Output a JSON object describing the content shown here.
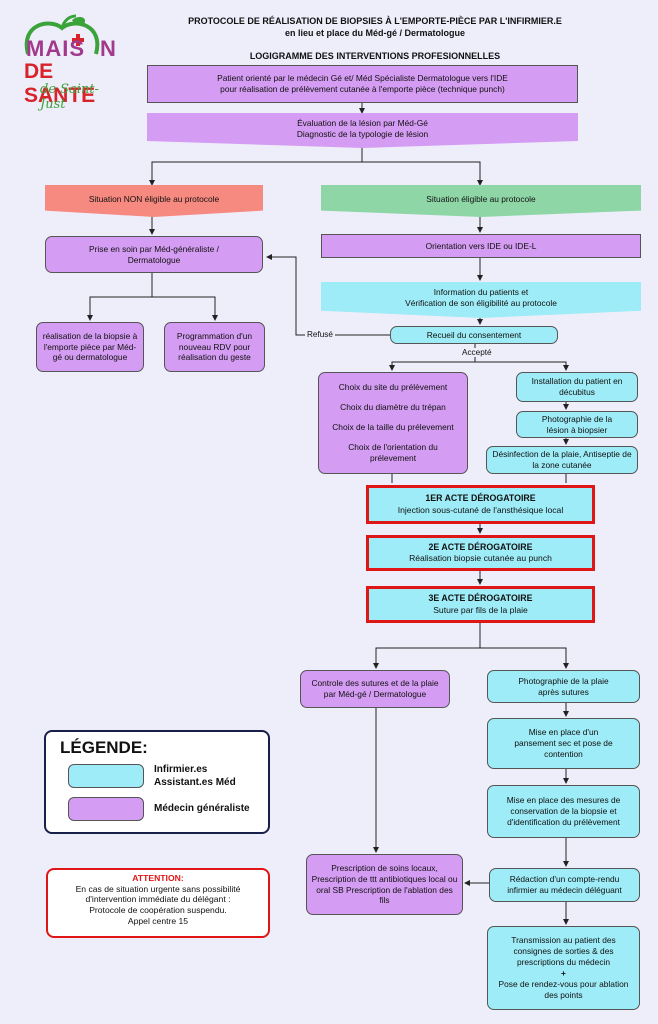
{
  "logo": {
    "line1": "MAIS",
    "line1b": "N",
    "line2": "DE SANTE",
    "line3": "de Saint-Just"
  },
  "title": {
    "main": "PROTOCOLE DE RÉALISATION DE BIOPSIES À L'EMPORTE-PIÈCE PAR L'INFIRMIER.E",
    "sub": "en lieu et place du Méd-gé / Dermatologue",
    "section": "LOGIGRAMME DES INTERVENTIONS PROFESIONNELLES"
  },
  "nodes": {
    "patient": "Patient orienté par le médecin Gé et/ Méd Spécialiste Dermatologue vers l'IDE pour réalisation de prélèvement cutanée à l'emporte pièce (technique punch)",
    "evaluation_1": "Évaluation de la lésion par Méd-Gé",
    "evaluation_2": "Diagnostic de la typologie de lésion",
    "non_eligible": "Situation NON éligible au protocole",
    "eligible": "Situation éligible au protocole",
    "prise_en_soin": "Prise en soin par Méd-généraliste / Dermatologue",
    "realisation_biopsie": "réalisation de la biopsie à l'emporte pièce par Méd-gé ou dermatologue",
    "programmation": "Programmation d'un nouveau RDV pour réalisation du geste",
    "orientation_ide": "Orientation vers IDE ou IDE-L",
    "information_1": "Information du patients et",
    "information_2": "Vérification de son éligibilité au protocole",
    "recueil": "Recueil du consentement",
    "refuse": "Refusé",
    "accepte": "Accepté",
    "choix_site": "Choix du site du prélèvement",
    "choix_diametre": "Choix du diamètre du trépan",
    "choix_taille": "Choix de la taille du prélevement",
    "choix_orientation": "Choix de l'orientation du prélevement",
    "installation": "Installation du patient en décubitus",
    "photo_lesion": "Photographie de la lésion à biopsier",
    "desinfection": "Désinfection de la plaie, Antiseptie de la zone cutanée",
    "acte1_title": "1ER ACTE DÉROGATOIRE",
    "acte1_text": "Injection sous-cutané de l'ansthésique local",
    "acte2_title": "2E ACTE DÉROGATOIRE",
    "acte2_text": "Réalisation biopsie cutanée au punch",
    "acte3_title": "3E ACTE DÉROGATOIRE",
    "acte3_text": "Suture par fils de la plaie",
    "controle": "Controle des sutures et de la plaie par Méd-gé / Dermatologue",
    "photo_plaie": "Photographie de la plaie après sutures",
    "pansement": "Mise en place d'un pansement sec et pose de contention",
    "conservation": "Mise en place des mesures de conservation de la biopsie et d'identification du prélèvement",
    "prescription": "Prescription de soins locaux, Prescription de ttt antibiotiques local ou oral SB Prescription de l'ablation des fils",
    "redaction": "Rédaction d'un compte-rendu infirmier au médecin déléguant",
    "transmission_1": "Transmission au patient des consignes de sorties & des prescriptions du médecin",
    "transmission_plus": "+",
    "transmission_2": "Pose de rendez-vous pour ablation des points"
  },
  "legend": {
    "title": "LÉGENDE:",
    "cyan_label_1": "Infirmier.es",
    "cyan_label_2": "Assistant.es Méd",
    "purple_label": "Médecin généraliste"
  },
  "attention": {
    "title": "ATTENTION:",
    "line1": "En cas de situation urgente sans possibilité",
    "line2": "d'intervention immédiate du délégant :",
    "line3": "Protocole de coopération suspendu.",
    "line4": "Appel centre 15"
  },
  "colors": {
    "purple": "#d49cf2",
    "cyan": "#9eecf7",
    "red_box": "#f78a80",
    "green_box": "#8fd6a6",
    "alert_border": "#e01616",
    "logo_green": "#3aa33a",
    "logo_red": "#d8232a",
    "logo_purple": "#a23a8c"
  }
}
